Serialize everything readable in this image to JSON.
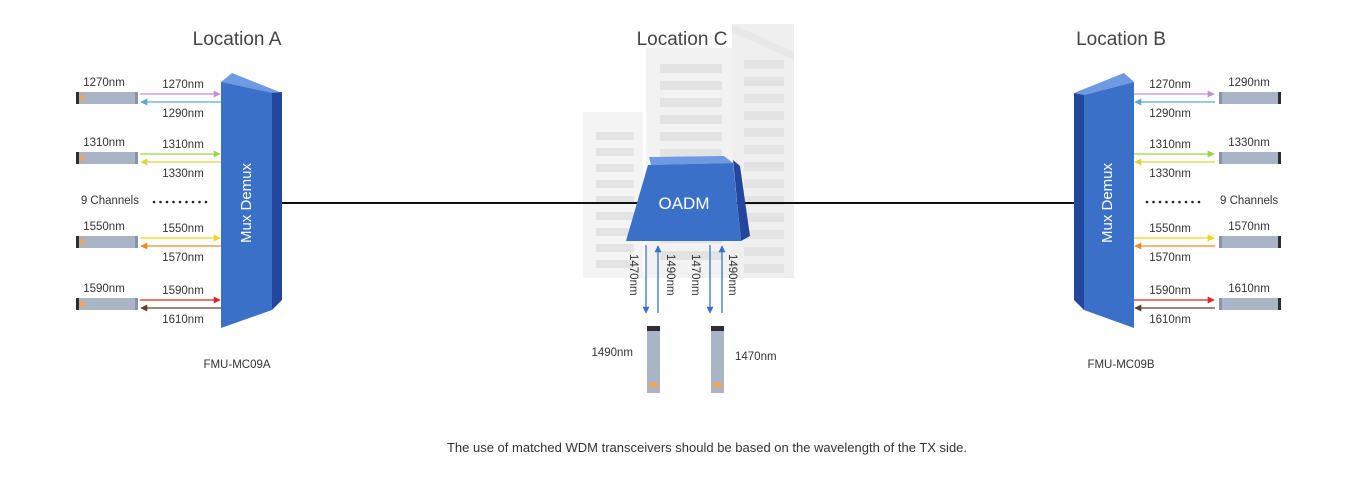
{
  "location_a": "Location A",
  "location_b": "Location B",
  "location_c": "Location C",
  "mux_demux_a": "Mux Demux",
  "mux_demux_b": "Mux Demux",
  "oadm": "OADM",
  "model_a": "FMU-MC09A",
  "model_b": "FMU-MC09B",
  "channels_a": "9 Channels",
  "channels_b": "9 Channels",
  "left_channels": [
    {
      "module": "1270nm",
      "tx": "1270nm",
      "rx": "1290nm",
      "tx_color": "#c58fd8",
      "rx_color": "#5aa7d1"
    },
    {
      "module": "1310nm",
      "tx": "1310nm",
      "rx": "1330nm",
      "tx_color": "#9fd14a",
      "rx_color": "#d8d640"
    },
    {
      "module": "1550nm",
      "tx": "1550nm",
      "rx": "1570nm",
      "tx_color": "#f2d21a",
      "rx_color": "#ee8a2a"
    },
    {
      "module": "1590nm",
      "tx": "1590nm",
      "rx": "1610nm",
      "tx_color": "#e0262b",
      "rx_color": "#5a4030"
    }
  ],
  "right_channels": [
    {
      "module": "1290nm",
      "tx": "1270nm",
      "rx": "1290nm",
      "tx_color": "#c58fd8",
      "rx_color": "#5aa7d1"
    },
    {
      "module": "1330nm",
      "tx": "1310nm",
      "rx": "1330nm",
      "tx_color": "#9fd14a",
      "rx_color": "#d8d640"
    },
    {
      "module": "1570nm",
      "tx": "1550nm",
      "rx": "1570nm",
      "tx_color": "#f2d21a",
      "rx_color": "#ee8a2a"
    },
    {
      "module": "1610nm",
      "tx": "1590nm",
      "rx": "1610nm",
      "tx_color": "#e0262b",
      "rx_color": "#5a4030"
    }
  ],
  "oadm_drop": {
    "l1": "1470nm",
    "l2": "1490nm",
    "l3": "1470nm",
    "l4": "1490nm"
  },
  "module_c_left": "1490nm",
  "module_c_right": "1470nm",
  "caption": "The use of matched WDM transceivers should be based on the wavelength of the TX side.",
  "colors": {
    "mux_blue": "#3b70c9",
    "mux_dark": "#23479c",
    "mux_light": "#6e9ae3",
    "module_body": "#a9b4c6",
    "module_end": "#2e2e2e",
    "module_accent": "#e6a86a",
    "drop_arrow": "#3a6fcf",
    "fiber": "#111111"
  }
}
